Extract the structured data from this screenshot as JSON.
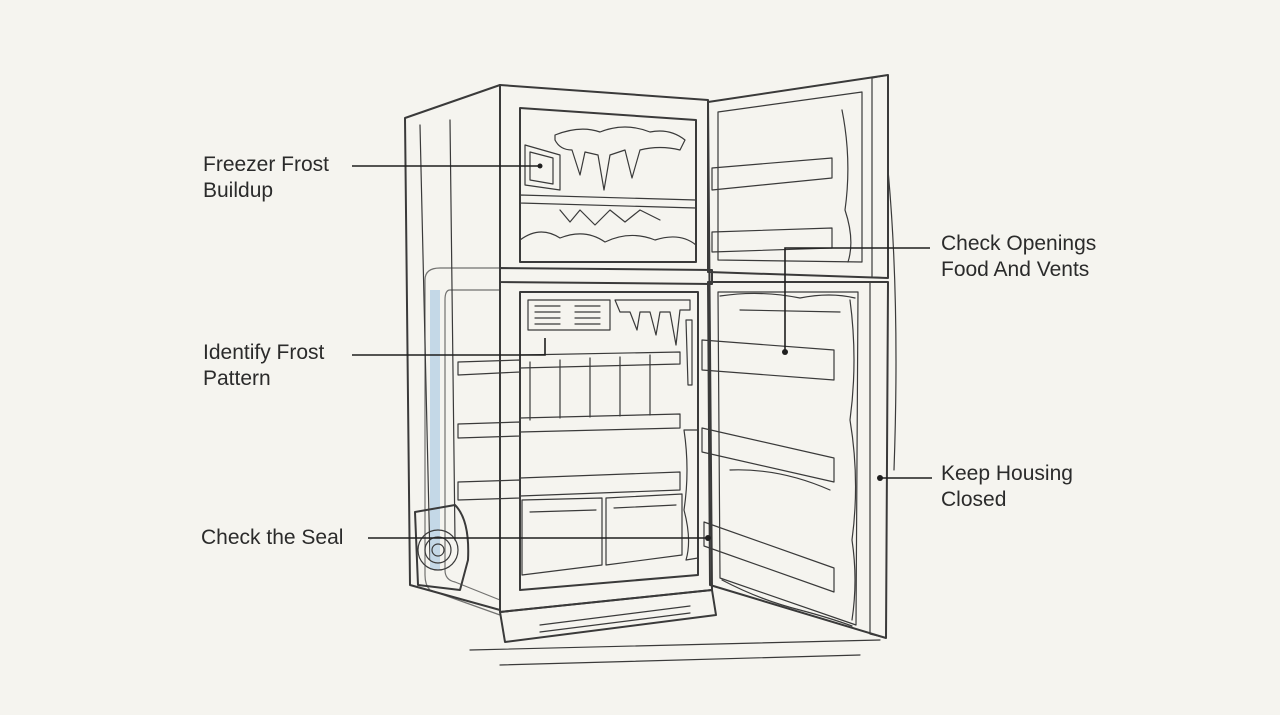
{
  "diagram": {
    "subject": "open refrigerator-freezer with frost buildup",
    "callouts": {
      "freezer_frost": {
        "line1": "Freezer Frost",
        "line2": "Buildup"
      },
      "frost_pattern": {
        "line1": "Identify Frost",
        "line2": "Pattern"
      },
      "seal": {
        "line1": "Check the Seal"
      },
      "openings": {
        "line1": "Check Openings",
        "line2": "Food And Vents"
      },
      "housing": {
        "line1": "Keep Housing",
        "line2": "Closed"
      }
    },
    "colors": {
      "background": "#f5f4ef",
      "ink": "#3a3a3a",
      "frost": "#c9dcea",
      "ice": "#ffffff",
      "gasket": "#e8c58e"
    }
  }
}
